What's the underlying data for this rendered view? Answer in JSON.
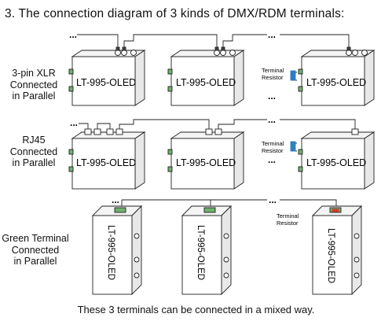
{
  "title": "3. The connection diagram of 3 kinds of DMX/RDM terminals:",
  "rows": {
    "xlr": {
      "label_lines": [
        "3-pin XLR",
        "Connected",
        "in Parallel"
      ]
    },
    "rj45": {
      "label_lines": [
        "RJ45",
        "Connected",
        "in Parallel"
      ]
    },
    "green": {
      "label_lines": [
        "Green Terminal",
        "Connected",
        "in Parallel"
      ]
    }
  },
  "device_label": "LT-995-OLED",
  "terminal_resistor": [
    "Terminal",
    "Resistor"
  ],
  "ellipsis": "...",
  "footer": "These 3 terminals can be connected in a mixed way.",
  "colors": {
    "line": "#222222",
    "box_fill": "#ffffff",
    "box_side": "#e8e8e8",
    "green_terminal": "#6fb26f",
    "resistor_blue": "#2f7fc0",
    "resistor_red": "#d33b2c"
  }
}
